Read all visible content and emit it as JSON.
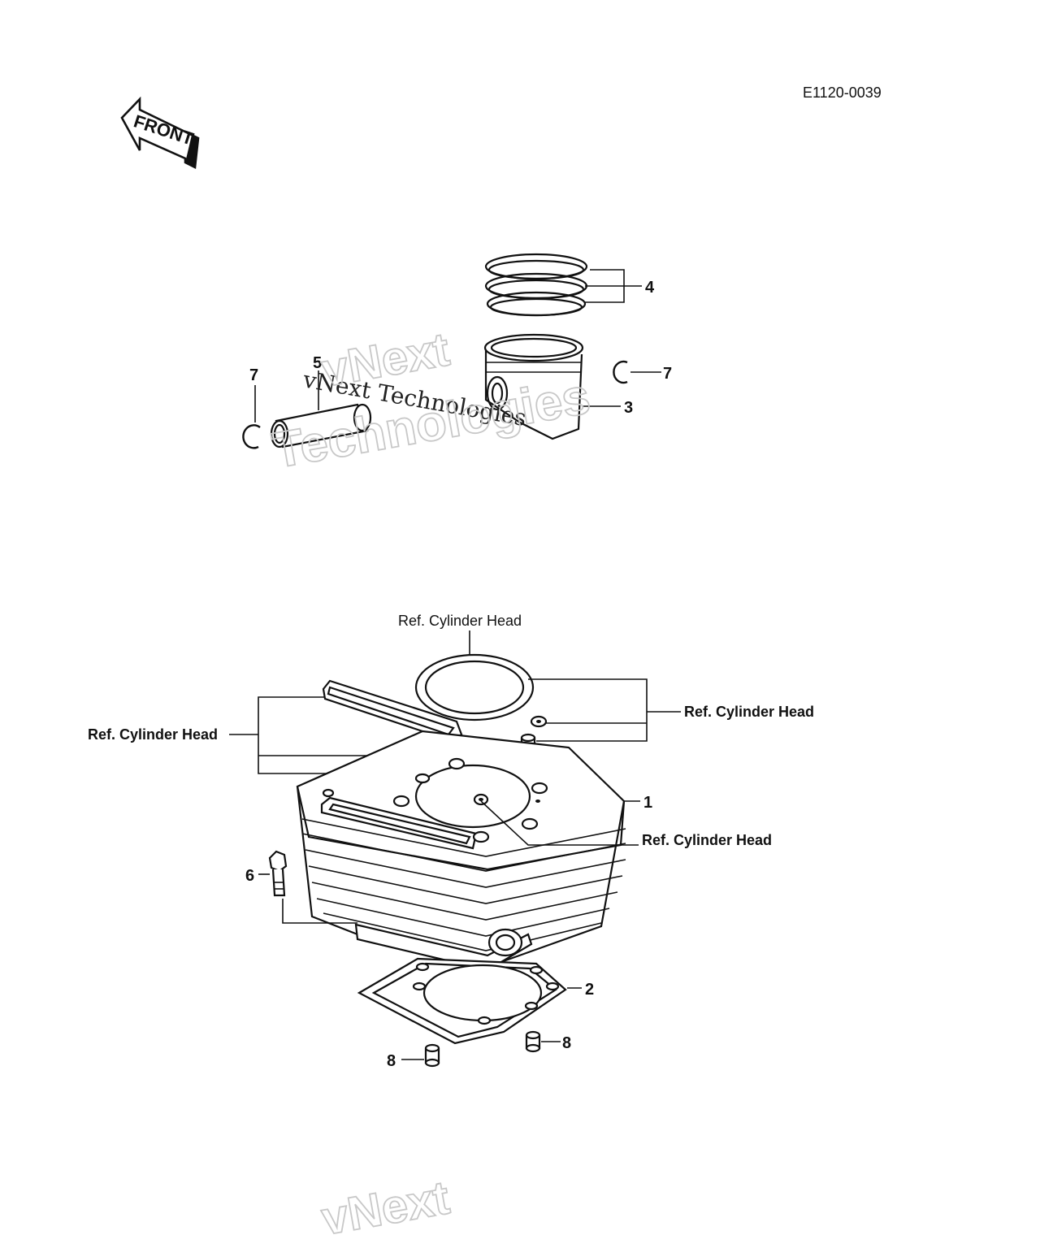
{
  "diagram_code": "E1120-0039",
  "front_arrow_label": "FRONT",
  "callouts": {
    "c1": "1",
    "c2": "2",
    "c3": "3",
    "c4": "4",
    "c5": "5",
    "c6": "6",
    "c7a": "7",
    "c7b": "7",
    "c8a": "8",
    "c8b": "8"
  },
  "references": {
    "top": "Ref. Cylinder Head",
    "left": "Ref. Cylinder Head",
    "right": "Ref. Cylinder Head",
    "center_right": "Ref. Cylinder Head"
  },
  "watermarks": {
    "serif": "vNext Technologies",
    "outline_word1": "vNext",
    "outline_word2": "Technologies",
    "outline_bottom": "vNext"
  }
}
